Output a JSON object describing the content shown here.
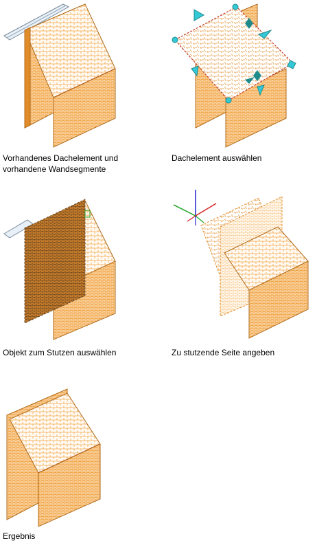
{
  "steps": [
    {
      "caption": "Vorhandenes Dachelement und\nvorhandene Wandsegmente",
      "state": "existing"
    },
    {
      "caption": "Dachelement auswählen",
      "state": "roof-selected"
    },
    {
      "caption": "Objekt zum Stutzen auswählen",
      "state": "wall-selected"
    },
    {
      "caption": "Zu stutzende Seite angeben",
      "state": "side-specified"
    },
    {
      "caption": "Ergebnis",
      "state": "result"
    }
  ],
  "colors": {
    "brick": "#f2a646",
    "brick_dark": "#e08c2a",
    "mortar": "#ffffff",
    "edge": "#b06a1a",
    "roof_edge": "#c0392b",
    "grip": "#35c9d8",
    "grip_dark": "#1f8a8a",
    "ucs_x": "#d62020",
    "ucs_y": "#1fa31f",
    "ucs_z": "#2020d0"
  }
}
